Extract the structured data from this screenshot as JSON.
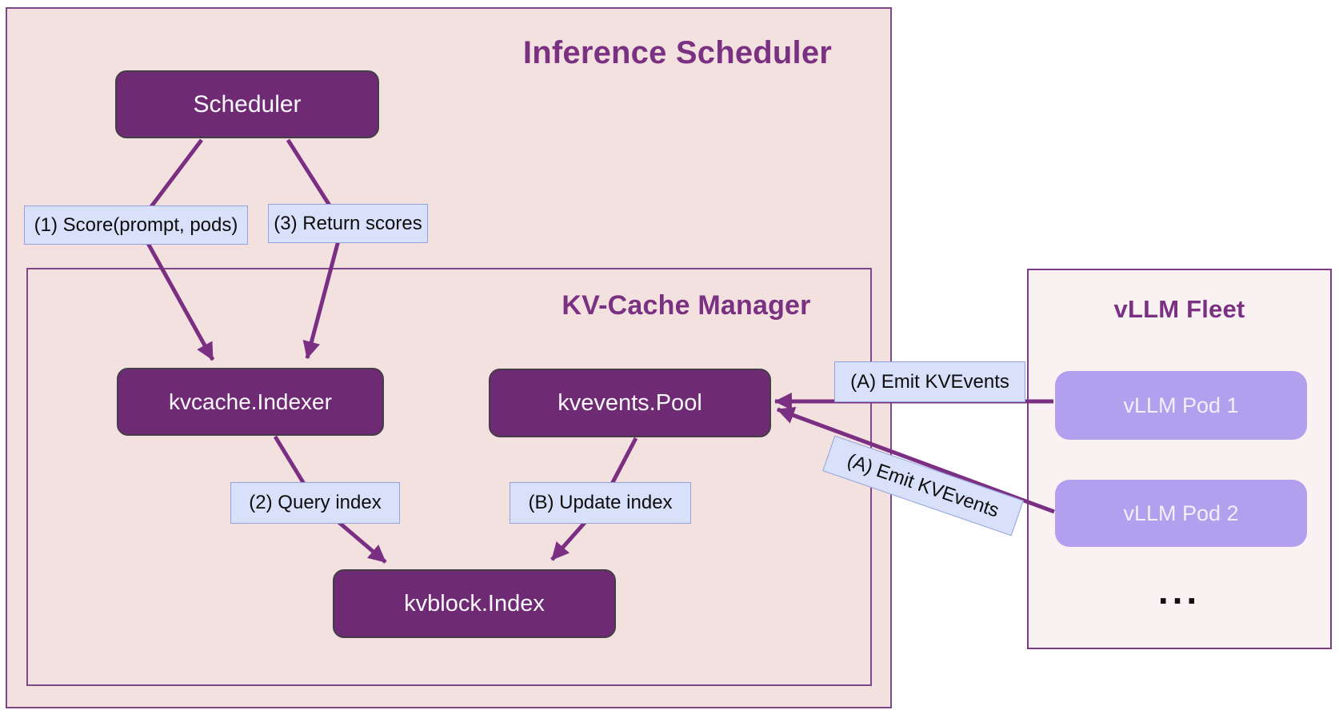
{
  "diagram": {
    "inference_scheduler": {
      "title": "Inference Scheduler",
      "scheduler_node": "Scheduler",
      "kv_cache_manager": {
        "title": "KV-Cache Manager",
        "indexer_node": "kvcache.Indexer",
        "pool_node": "kvevents.Pool",
        "index_node": "kvblock.Index"
      }
    },
    "vllm_fleet": {
      "title": "vLLM Fleet",
      "pod1": "vLLM Pod 1",
      "pod2": "vLLM Pod 2",
      "more_pods": "..."
    },
    "edge_labels": {
      "score": "(1) Score(prompt, pods)",
      "return_scores": "(3) Return scores",
      "query_index": "(2) Query index",
      "update_index": "(B) Update index",
      "emit_kvevents_pod1": "(A) Emit KVEvents",
      "emit_kvevents_pod2": "(A) Emit KVEvents"
    },
    "colors": {
      "container_fill": "#f3e1e0",
      "container_border": "#7d4889",
      "node_fill": "#6e2b74",
      "node_border": "#423d47",
      "node_text": "#fdf8ff",
      "edge_label_fill": "#d8e0fa",
      "edge_label_border": "#93a2dc",
      "arrow": "#7b2f82",
      "title_text": "#7b3181",
      "fleet_fill": "#faf1f3",
      "fleet_border": "#7c3b84",
      "pod_fill": "#b1a0ed",
      "pod_text": "#f2effc"
    }
  }
}
